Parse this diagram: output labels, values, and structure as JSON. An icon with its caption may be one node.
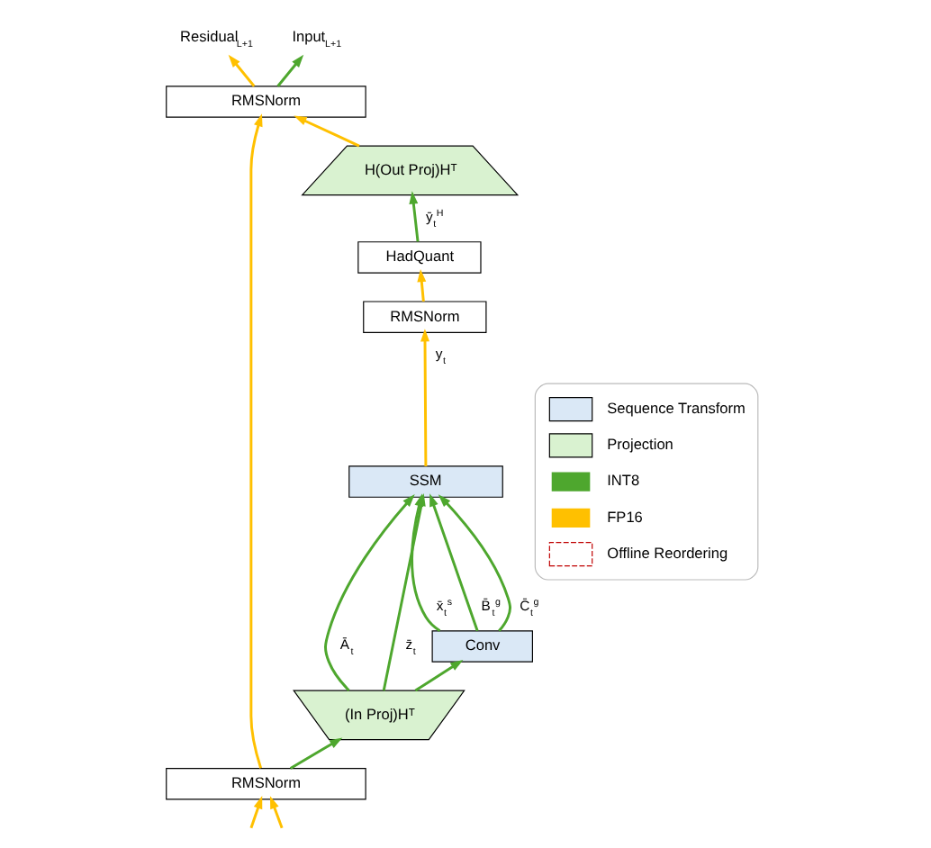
{
  "diagram": {
    "nodes": [
      {
        "text": [
          "RMSNorm"
        ]
      },
      {
        "text": [
          "H(Out Proj)Hᵀ"
        ]
      },
      {
        "text": [
          "HadQuant"
        ]
      },
      {
        "text": [
          "RMSNorm"
        ]
      },
      {
        "text": [
          "SSM"
        ]
      },
      {
        "text": [
          "Conv"
        ]
      },
      {
        "text": [
          "(In Proj)Hᵀ"
        ]
      },
      {
        "text": [
          "RMSNorm"
        ]
      },
      {
        "text": [
          "Residual$_{L+1}$"
        ]
      },
      {
        "text": [
          "Input$_{L+1}$"
        ]
      }
    ],
    "edges": [
      {
        "from": null,
        "to": 7,
        "arrow": "to",
        "color": "#ffc000"
      },
      {
        "from": null,
        "to": 7,
        "arrow": "to",
        "color": "#ffc000"
      },
      {
        "from": 7,
        "to": 0,
        "arrow": "to",
        "color": "#ffc000"
      },
      {
        "from": 7,
        "to": 6,
        "arrow": "to"
      },
      {
        "from": 6,
        "to": 5,
        "arrow": "to"
      },
      {
        "from": 6,
        "to": 4,
        "arrow": "to",
        "label": "Ā$_{t}$"
      },
      {
        "from": 5,
        "to": 4,
        "arrow": "to",
        "label": "x̄$_{t}$$^{s}$"
      },
      {
        "from": 5,
        "to": 4,
        "arrow": "to",
        "label": "B̄$_{t}$$^{g}$"
      },
      {
        "from": 5,
        "to": 4,
        "arrow": "to",
        "label": "C̄$_{t}$$^{g}$"
      },
      {
        "from": 6,
        "to": 4,
        "arrow": "to",
        "label": "z̄$_{t}$"
      },
      {
        "from": 4,
        "to": 3,
        "arrow": "to",
        "label": "y$_{t}$",
        "color": "#ffc000"
      },
      {
        "from": 3,
        "to": 2,
        "arrow": "to",
        "color": "#ffc000"
      },
      {
        "from": 2,
        "to": 1,
        "arrow": "to",
        "label": "ȳ$_{t}$$^{H}$"
      },
      {
        "from": 1,
        "to": 0,
        "arrow": "to",
        "color": "#ffc000"
      },
      {
        "from": 0,
        "to": 8,
        "arrow": "to",
        "color": "#ffc000"
      },
      {
        "from": 0,
        "to": 9,
        "arrow": "to"
      }
    ],
    "legend": [
      {
        "text": "Sequence Transform",
        "color": "#dae8f6"
      },
      {
        "text": "Projection",
        "color": "#d9f2d0"
      },
      {
        "text": "INT8",
        "color": "#4ea72e"
      },
      {
        "text": "FP16",
        "color": "#ffc000"
      },
      {
        "text": "Offline Reordering"
      }
    ]
  }
}
